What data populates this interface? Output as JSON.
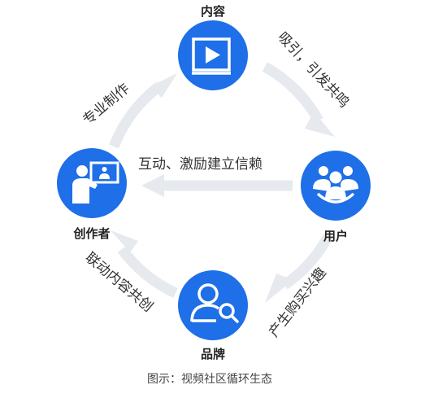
{
  "nodes": {
    "content": {
      "label": "内容"
    },
    "user": {
      "label": "用户"
    },
    "brand": {
      "label": "品牌"
    },
    "creator": {
      "label": "创作者"
    }
  },
  "edges": {
    "content_to_user": "吸引，引发共鸣",
    "user_to_brand": "产生购买兴趣",
    "brand_to_creator": "联动内容共创",
    "creator_to_content": "专业制作",
    "user_to_creator": "互动、激励建立信赖"
  },
  "caption": "图示：视频社区循环生态",
  "colors": {
    "node_fill": "#1E6FE8",
    "arrow": "#E6E9EE",
    "icon": "#FFFFFF"
  }
}
